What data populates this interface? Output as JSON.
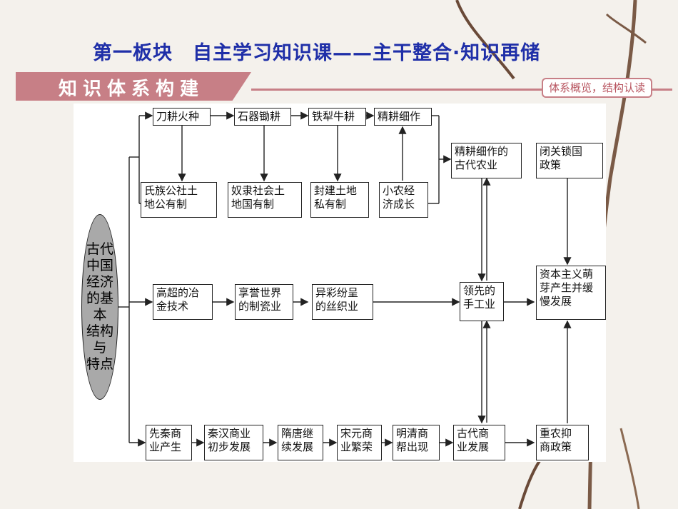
{
  "header": {
    "title": "第一板块　自主学习知识课——主干整合·知识再储",
    "banner": "知识体系构建",
    "tag": "体系概览，结构认读"
  },
  "diagram": {
    "center": "古代\n中国\n经济\n的基本\n结构与\n特点",
    "row1": [
      "刀耕火种",
      "石器锄耕",
      "铁犁牛耕",
      "精耕细作"
    ],
    "row2": [
      "氏族公社土\n地公有制",
      "奴隶社会土\n地国有制",
      "封建土地\n私有制",
      "小农经\n济成长"
    ],
    "agriculture": "精耕细作的\n古代农业",
    "closed": "闭关锁国\n政策",
    "craft_chain": [
      "高超的冶\n金技术",
      "享誉世界\n的制瓷业",
      "异彩纷呈\n的丝织业"
    ],
    "handicraft": "领先的\n手工业",
    "capitalism": "资本主义萌\n芽产生并缓\n慢发展",
    "commerce_chain": [
      "先秦商\n业产生",
      "秦汉商业\n初步发展",
      "隋唐继\n续发展",
      "宋元商\n业繁荣",
      "明清商\n帮出现"
    ],
    "commerce": "古代商\n业发展",
    "policy": "重农抑\n商政策"
  }
}
